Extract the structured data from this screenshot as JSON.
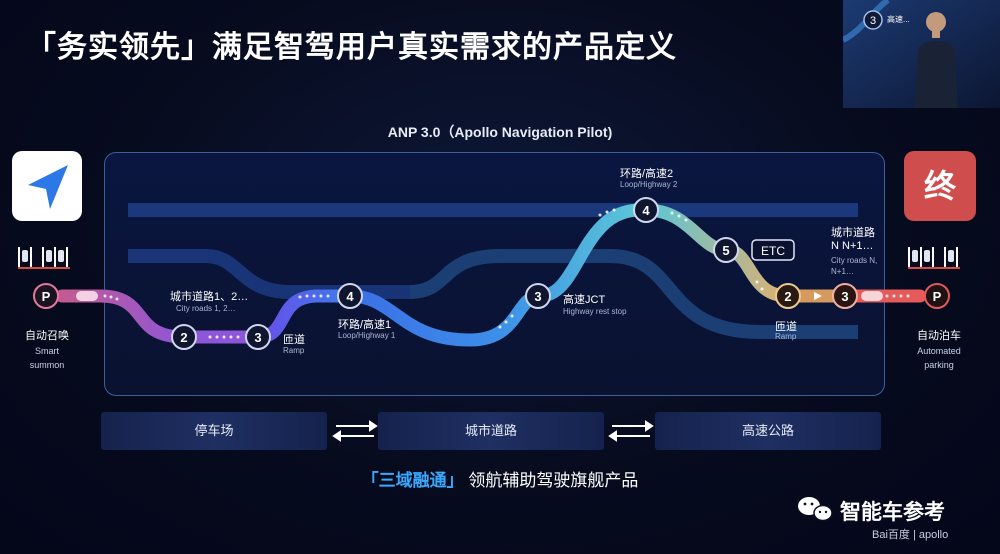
{
  "header": {
    "title": "「务实领先」满足智驾用户真实需求的产品定义"
  },
  "diagram": {
    "title": "ANP 3.0（Apollo Navigation Pilot)",
    "start": {
      "label_cn": "自动召唤",
      "label_en1": "Smart",
      "label_en2": "summon",
      "parking_glyph": "P"
    },
    "end": {
      "icon_text": "终",
      "label_cn": "自动泊车",
      "label_en1": "Automated",
      "label_en2": "parking",
      "parking_glyph": "P"
    },
    "nodes": [
      {
        "num": "2"
      },
      {
        "num": "3"
      },
      {
        "num": "4"
      },
      {
        "num": "3"
      },
      {
        "num": "4"
      },
      {
        "num": "5"
      },
      {
        "num": "2"
      },
      {
        "num": "3"
      }
    ],
    "etc_label": "ETC",
    "labels": {
      "city_roads_1": "城市道路1、2…",
      "city_roads_1_en": "City roads 1, 2…",
      "ramp_1": "匝道",
      "ramp_1_en": "Ramp",
      "loop_1": "环路/高速1",
      "loop_1_en": "Loop/Highway 1",
      "jct": "高速JCT",
      "jct_en": "Highway rest stop",
      "loop_2": "环路/高速2",
      "loop_2_en": "Loop/Highway 2",
      "ramp_2": "匝道",
      "ramp_2_en": "Ramp",
      "city_roads_n": "城市道路",
      "city_roads_n_2": "N  N+1…",
      "city_roads_n_en1": "City roads N,",
      "city_roads_n_en2": "N+1…"
    }
  },
  "zones": [
    {
      "label": "停车场"
    },
    {
      "label": "城市道路"
    },
    {
      "label": "高速公路"
    }
  ],
  "tagline": {
    "highlight": "「三域融通」",
    "rest": "领航辅助驾驶旗舰产品"
  },
  "watermark": {
    "text": "智能车参考",
    "brand": "Bai百度 | apollo"
  },
  "speaker_slide": {
    "num": "3",
    "text": "高速..."
  },
  "colors": {
    "accent_blue": "#3ba8ff",
    "route_pink": "#c45a92",
    "route_purple": "#7a55e8",
    "route_blue": "#3d7bea",
    "route_cyan": "#5bc8d8",
    "route_orange": "#e0b070",
    "end_red": "#cf4d4d"
  }
}
